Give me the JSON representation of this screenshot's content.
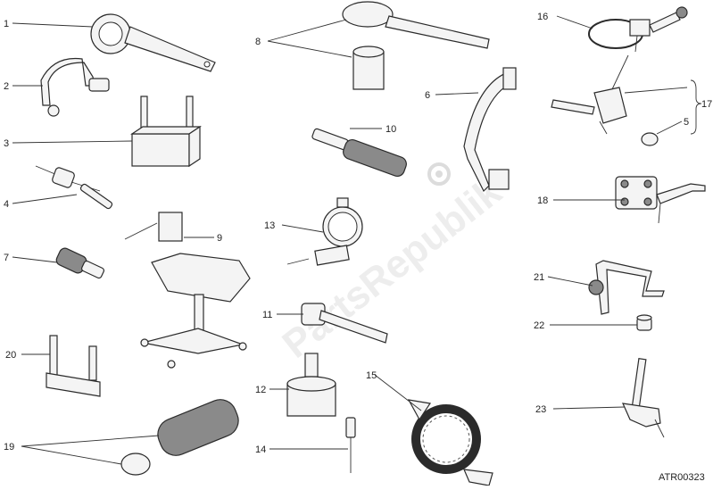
{
  "diagram": {
    "watermark": "PartsRepublik",
    "drawing_code": "ATR00323",
    "callouts": [
      "1",
      "2",
      "3",
      "4",
      "5",
      "6",
      "7",
      "8",
      "9",
      "10",
      "11",
      "12",
      "13",
      "14",
      "15",
      "16",
      "17",
      "18",
      "19",
      "20",
      "21",
      "22",
      "23"
    ]
  }
}
